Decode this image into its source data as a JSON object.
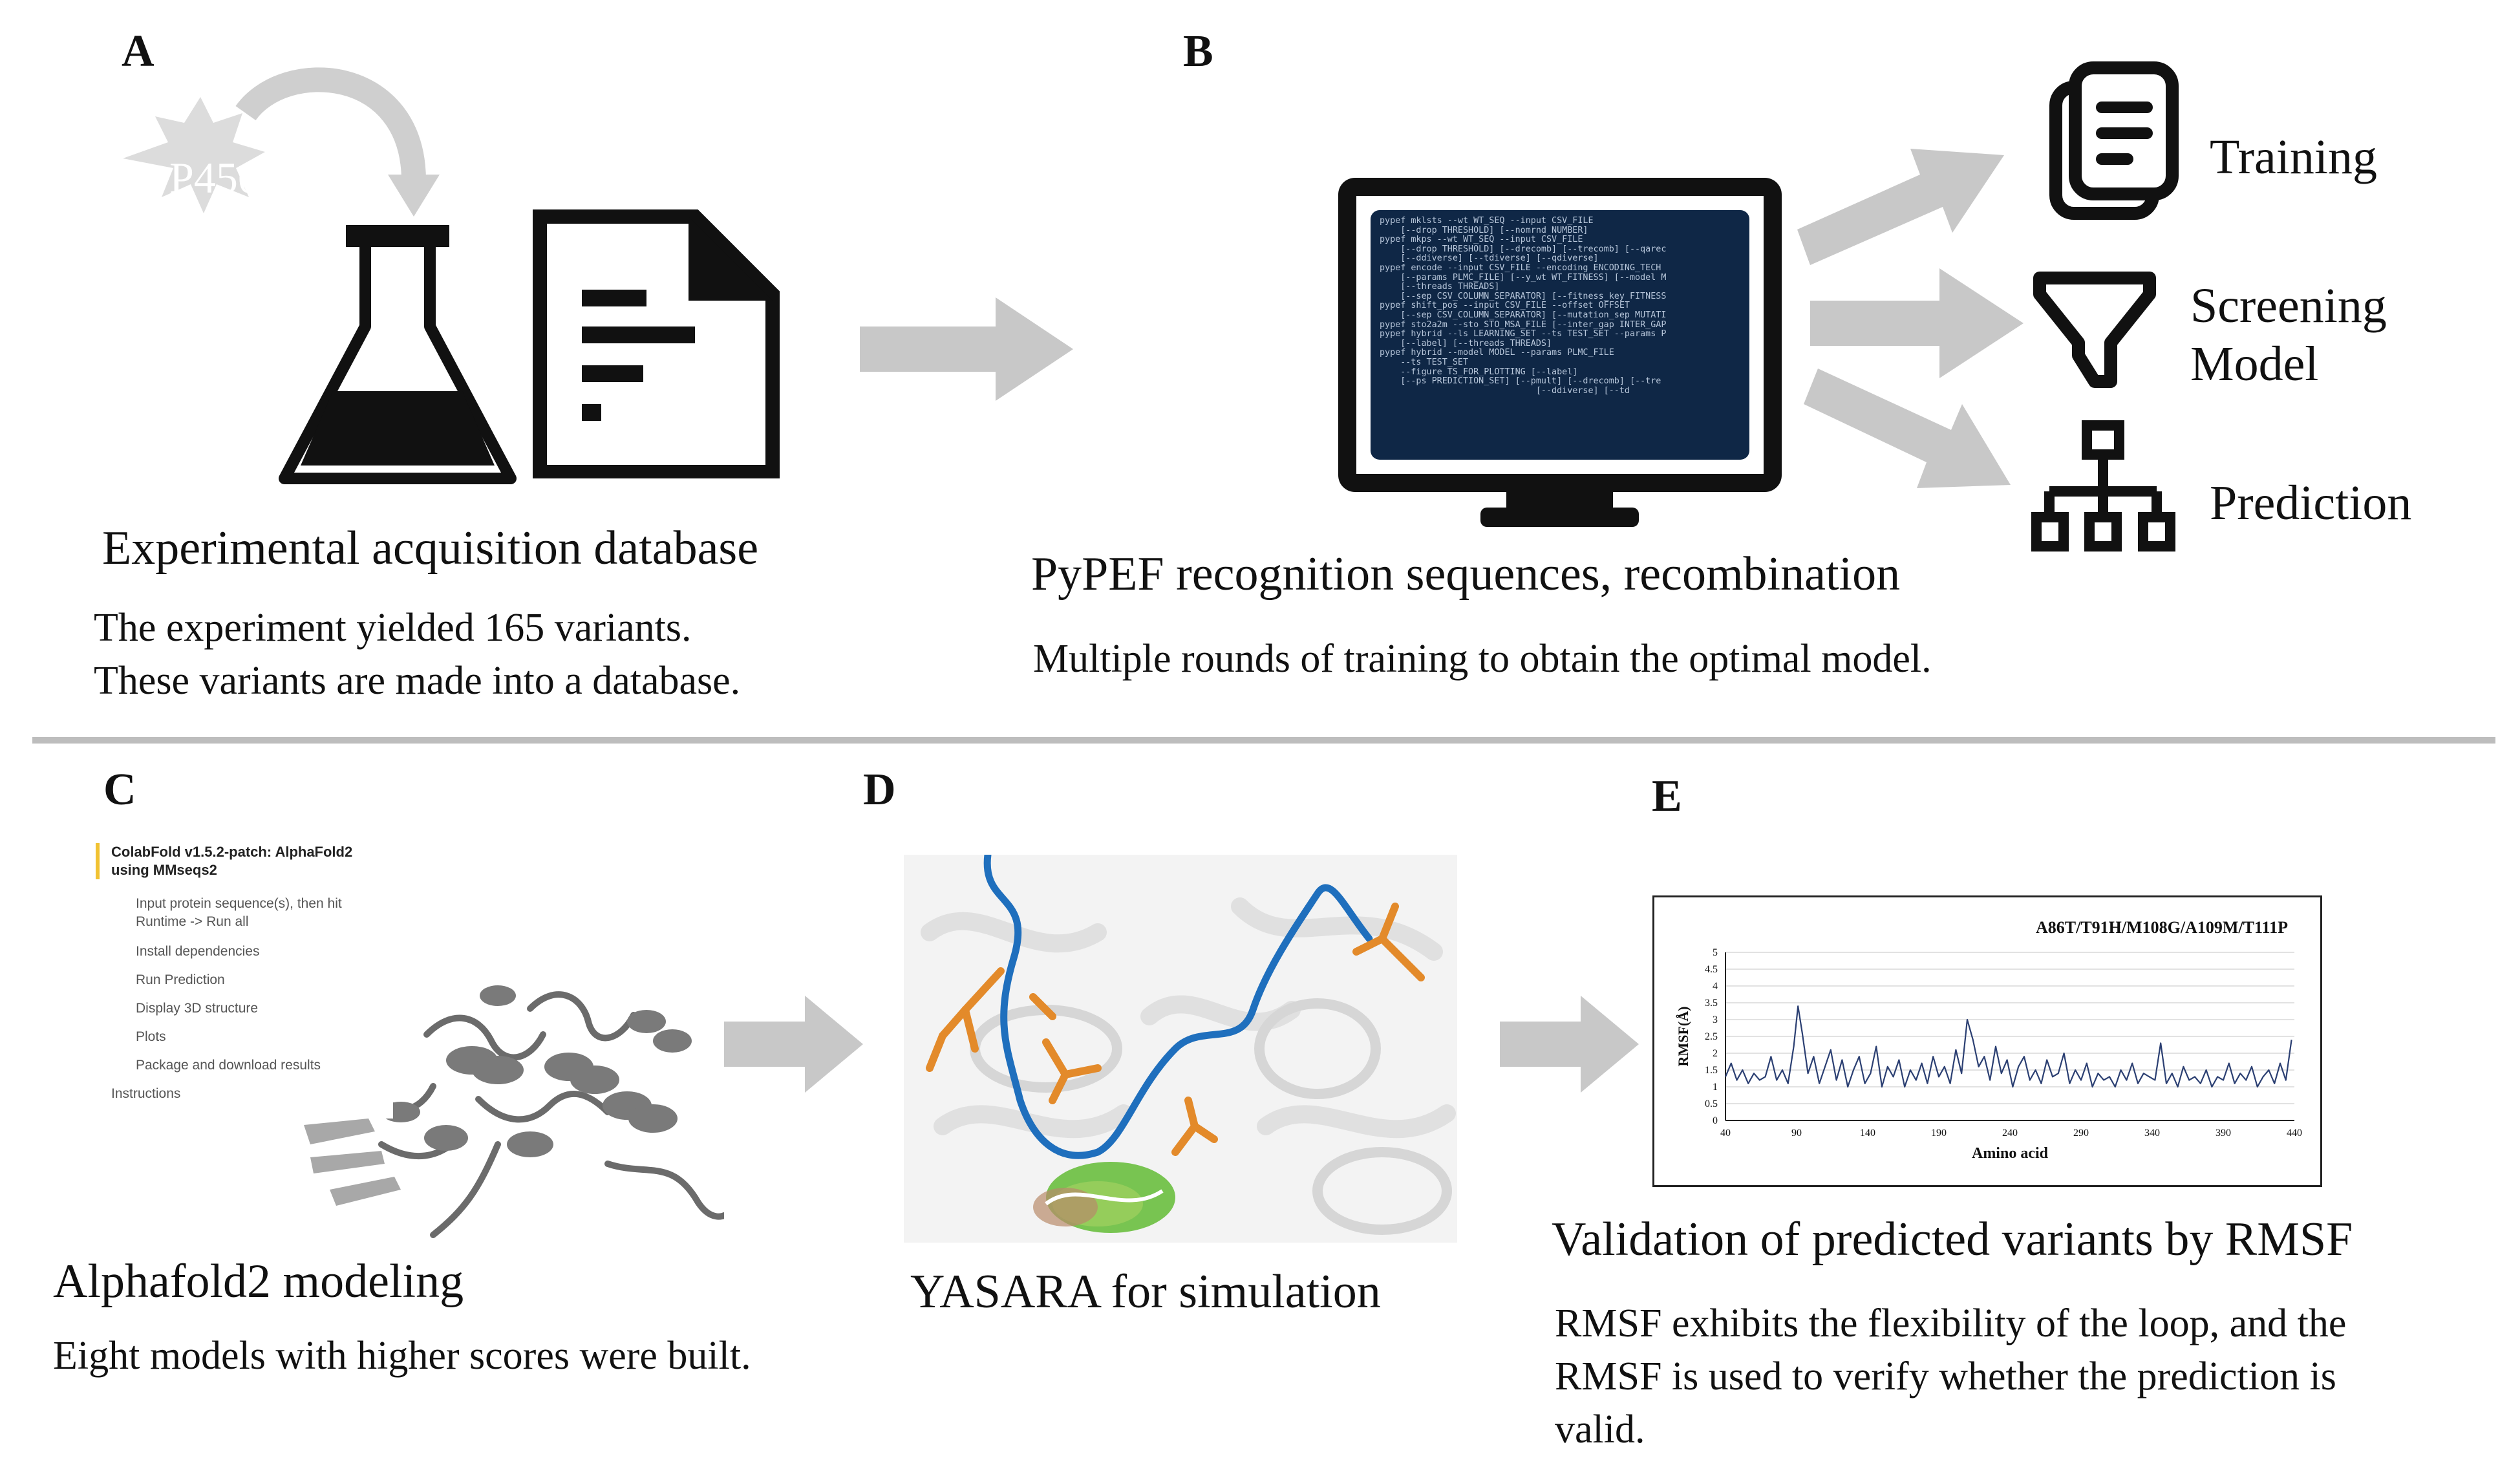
{
  "panels": {
    "a": {
      "letter": "A",
      "badge": "P450",
      "title": "Experimental acquisition database",
      "line1": "The experiment yielded 165 variants.",
      "line2": "These variants are made into a database."
    },
    "b": {
      "letter": "B",
      "title": "PyPEF recognition sequences, recombination",
      "desc": "Multiple rounds of training to obtain the optimal model.",
      "outputs": {
        "training": "Training",
        "screening1": "Screening",
        "screening2": "Model",
        "prediction": "Prediction"
      },
      "terminal_lines": [
        "pypef mklsts --wt WT_SEQ --input CSV_FILE",
        "    [--drop THRESHOLD] [--nomrnd NUMBER]",
        "pypef mkps --wt WT_SEQ --input CSV_FILE",
        "    [--drop THRESHOLD] [--drecomb] [--trecomb] [--qarec",
        "    [--ddiverse] [--tdiverse] [--qdiverse]",
        "pypef encode --input CSV_FILE --encoding ENCODING_TECH",
        "    [--params PLMC_FILE] [--y_wt WT_FITNESS] [--model M",
        "    [--threads THREADS]",
        "    [--sep CSV_COLUMN_SEPARATOR] [--fitness_key FITNESS",
        "pypef shift_pos --input CSV_FILE --offset OFFSET",
        "    [--sep CSV_COLUMN_SEPARATOR] [--mutation_sep MUTATI",
        "pypef sto2a2m --sto STO_MSA_FILE [--inter_gap INTER_GAP",
        "pypef hybrid --ls LEARNING_SET --ts TEST_SET --params P",
        "    [--label] [--threads THREADS]",
        "pypef hybrid --model MODEL --params PLMC_FILE",
        "    --ts TEST_SET",
        "    --figure TS_FOR_PLOTTING [--label]",
        "    [--ps PREDICTION_SET] [--pmult] [--drecomb] [--tre",
        "                              [--ddiverse] [--td"
      ]
    },
    "c": {
      "letter": "C",
      "title": "Alphafold2 modeling",
      "desc": "Eight models with higher scores were built.",
      "menu_header": "ColabFold v1.5.2-patch: AlphaFold2 using MMseqs2",
      "menu_items": [
        "Input protein sequence(s), then hit Runtime -> Run all",
        "Install dependencies",
        "Run Prediction",
        "Display 3D structure",
        "Plots",
        "Package and download results"
      ],
      "menu_footer": "Instructions"
    },
    "d": {
      "letter": "D",
      "title": "YASARA for simulation"
    },
    "e": {
      "letter": "E",
      "title": "Validation of predicted variants by RMSF",
      "desc_line1": "RMSF exhibits the flexibility of the loop, and the",
      "desc_line2": "RMSF is used to verify whether the prediction is",
      "desc_line3": "valid."
    }
  },
  "colors": {
    "arrow": "#c8c8c8",
    "badge": "#dcdcdc",
    "terminal_bg": "#0f2746",
    "terminal_text": "#b7c6da",
    "chart_line": "#2b3f72",
    "loop_blue": "#1f6fbd",
    "residue_orange": "#e38a2a"
  },
  "chart_data": {
    "type": "line",
    "title": "A86T/T91H/M108G/A109M/T111P",
    "xlabel": "Amino acid",
    "ylabel": "RMSF(Å)",
    "xlim": [
      40,
      440
    ],
    "ylim": [
      0,
      5
    ],
    "xticks": [
      40,
      90,
      140,
      190,
      240,
      290,
      340,
      390,
      440
    ],
    "yticks": [
      0,
      0.5,
      1,
      1.5,
      2,
      2.5,
      3,
      3.5,
      4,
      4.5,
      5
    ],
    "grid": true,
    "series": [
      {
        "x": [
          40,
          44,
          48,
          52,
          56,
          60,
          64,
          68,
          72,
          76,
          80,
          84,
          88,
          91,
          94,
          98,
          102,
          106,
          110,
          114,
          118,
          122,
          126,
          130,
          134,
          138,
          142,
          146,
          150,
          154,
          158,
          162,
          166,
          170,
          174,
          178,
          182,
          186,
          190,
          194,
          198,
          202,
          206,
          210,
          214,
          218,
          222,
          226,
          230,
          234,
          238,
          242,
          246,
          250,
          254,
          258,
          262,
          266,
          270,
          274,
          278,
          282,
          286,
          290,
          294,
          298,
          302,
          306,
          310,
          314,
          318,
          322,
          326,
          330,
          334,
          338,
          342,
          346,
          350,
          354,
          358,
          362,
          366,
          370,
          374,
          378,
          382,
          386,
          390,
          394,
          398,
          402,
          406,
          410,
          414,
          418,
          422,
          426,
          430,
          434,
          438
        ],
        "y": [
          1.3,
          1.7,
          1.2,
          1.5,
          1.1,
          1.4,
          1.2,
          1.3,
          1.9,
          1.2,
          1.5,
          1.1,
          2.2,
          3.4,
          2.6,
          1.4,
          1.9,
          1.1,
          1.6,
          2.1,
          1.2,
          1.8,
          1.0,
          1.5,
          1.9,
          1.1,
          1.4,
          2.2,
          1.0,
          1.6,
          1.3,
          1.8,
          1.0,
          1.5,
          1.2,
          1.7,
          1.1,
          1.9,
          1.3,
          1.6,
          1.1,
          2.1,
          1.4,
          3.0,
          2.4,
          1.6,
          1.9,
          1.2,
          2.2,
          1.4,
          1.8,
          1.0,
          1.6,
          1.9,
          1.2,
          1.5,
          1.1,
          1.8,
          1.3,
          1.4,
          2.0,
          1.1,
          1.5,
          1.2,
          1.7,
          1.0,
          1.4,
          1.2,
          1.3,
          1.0,
          1.5,
          1.2,
          1.7,
          1.1,
          1.4,
          1.3,
          1.2,
          2.3,
          1.1,
          1.4,
          1.0,
          1.6,
          1.2,
          1.3,
          1.1,
          1.5,
          1.0,
          1.3,
          1.2,
          1.7,
          1.1,
          1.4,
          1.2,
          1.6,
          1.0,
          1.3,
          1.5,
          1.1,
          1.7,
          1.2,
          2.4
        ]
      }
    ]
  }
}
